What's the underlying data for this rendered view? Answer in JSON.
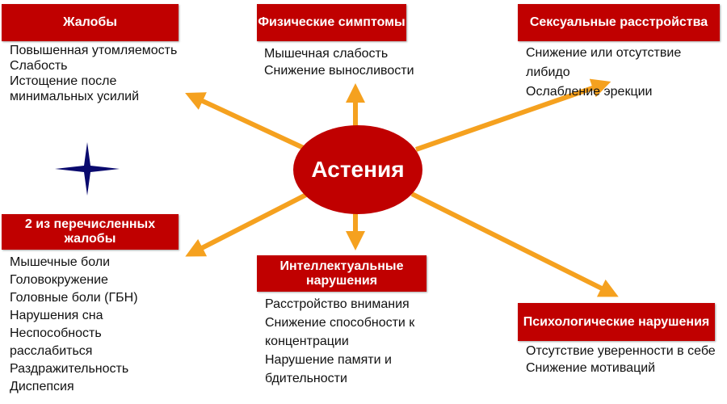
{
  "center": {
    "label": "Астения",
    "color": "#c00000"
  },
  "arrow_color": "#f5a11f",
  "boxes": {
    "complaints": {
      "title": "Жалобы",
      "items": [
        "Повышенная утомляемость",
        "Слабость",
        "Истощение после минимальных усилий"
      ]
    },
    "physical": {
      "title": "Физические симптомы",
      "items": [
        "Мышечная слабость",
        "Снижение выносливости"
      ]
    },
    "sexual": {
      "title": "Сексуальные расстройства",
      "items": [
        "Снижение или отсутствие либидо",
        "Ослабление эрекции"
      ]
    },
    "two_of": {
      "title": "2 из перечисленных жалобы",
      "items": [
        "Мышечные боли",
        "Головокружение",
        "Головные боли (ГБН)",
        "Нарушения сна",
        "Неспособность расслабиться",
        "Раздражительность",
        "Диспепсия"
      ]
    },
    "intellectual": {
      "title": "Интеллектуальные нарушения",
      "items": [
        "Расстройство внимания",
        "Снижение способности к концентрации",
        "Нарушение памяти и бдительности"
      ]
    },
    "psychological": {
      "title": "Психологические нарушения",
      "items": [
        "Отсутствие уверенности в себе",
        "Снижение мотиваций"
      ]
    }
  }
}
